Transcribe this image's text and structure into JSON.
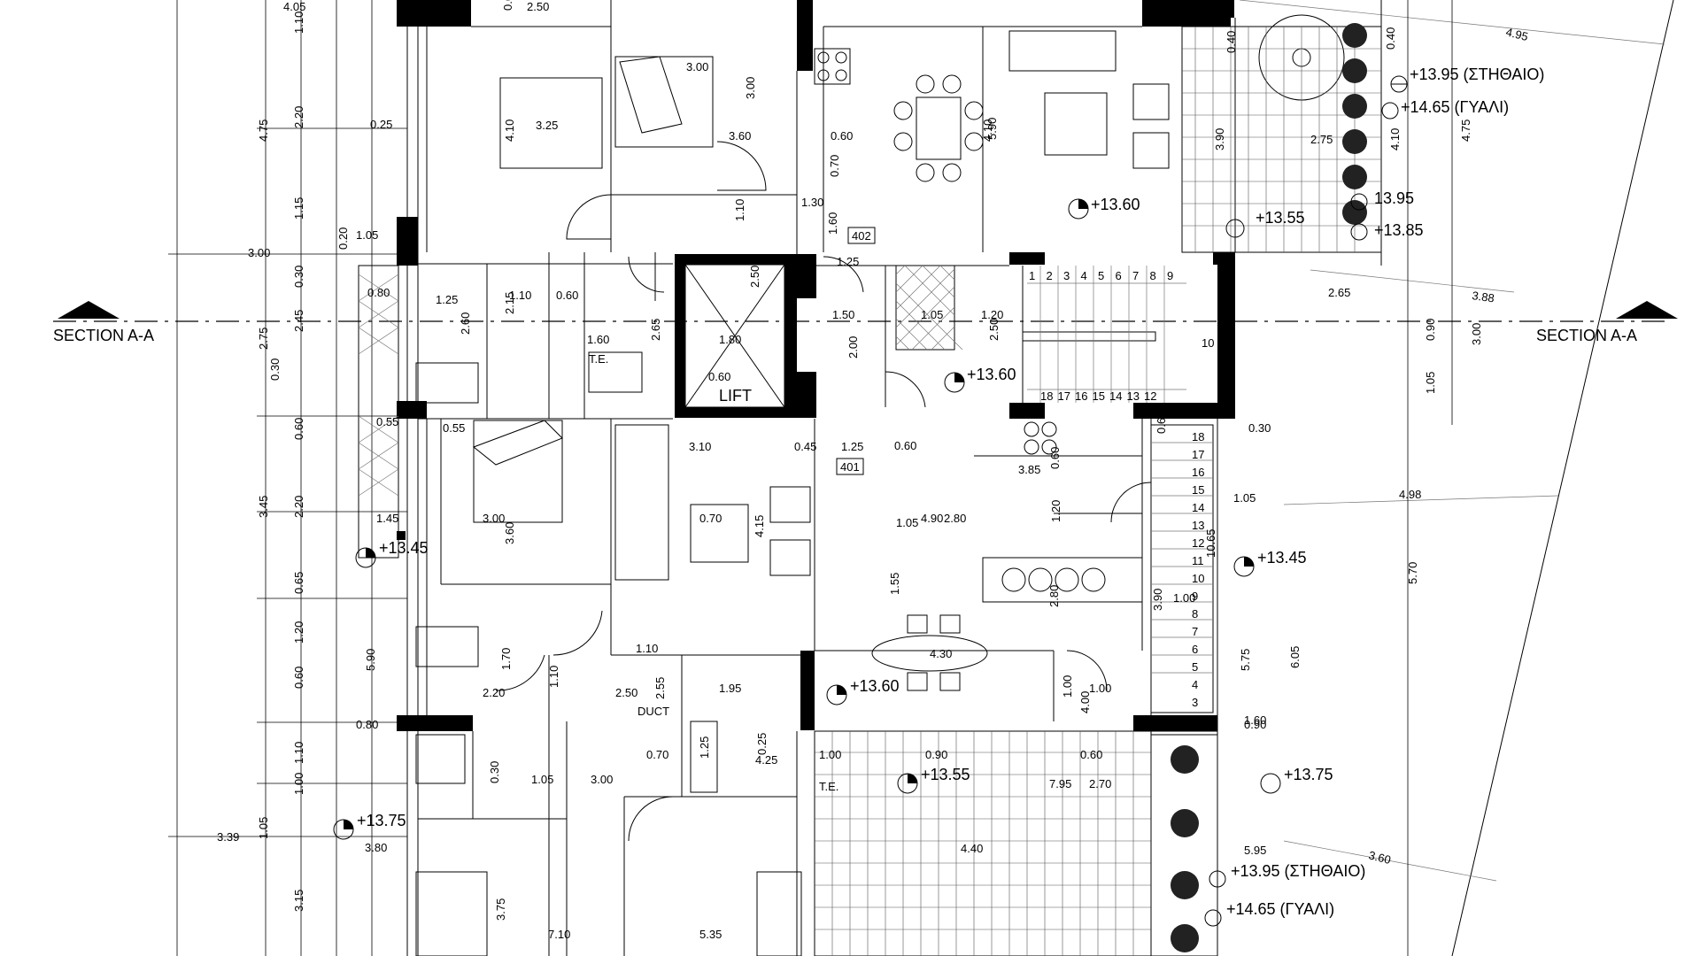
{
  "drawing": {
    "section_marks": [
      "SECTION A-A",
      "SECTION A-A"
    ],
    "lift_label": "LIFT",
    "duct_label": "DUCT",
    "te_labels": [
      "T.E.",
      "T.E."
    ],
    "apartment_numbers": [
      "402",
      "401"
    ]
  },
  "levels": [
    "+13.95 (ΣΤΗΘΑΙΟ)",
    "+14.65 (ΓΥΑΛΙ)",
    "+13.60",
    "+13.55",
    "13.95",
    "+13.85",
    "+13.60",
    "+13.45",
    "+13.45",
    "+13.60",
    "+13.55",
    "+13.75",
    "+13.75",
    "+13.95 (ΣΤΗΘΑΙΟ)",
    "+14.65 (ΓΥΑΛΙ)"
  ],
  "dimensions": [
    "4.05",
    "2.50",
    "0.60",
    "1.10",
    "4.75",
    "2.20",
    "0.25",
    "3.25",
    "3.00",
    "3.00",
    "4.10",
    "3.60",
    "1.15",
    "3.00",
    "1.05",
    "0.20",
    "0.60",
    "0.70",
    "1.30",
    "1.10",
    "1.60",
    "1.25",
    "5.90",
    "4.10",
    "0.40",
    "0.40",
    "2.75",
    "4.10",
    "4.75",
    "3.90",
    "4.95",
    "0.30",
    "0.80",
    "1.25",
    "1.10",
    "0.60",
    "2.15",
    "2.50",
    "1.80",
    "1.50",
    "1.05",
    "1.20",
    "2.65",
    "3.88",
    "2.75",
    "2.45",
    "2.60",
    "1.60",
    "2.65",
    "2.00",
    "2.50",
    "0.90",
    "3.00",
    "0.30",
    "0.60",
    "1.05",
    "0.55",
    "0.55",
    "0.60",
    "3.10",
    "0.45",
    "1.25",
    "0.60",
    "0.60",
    "3.85",
    "0.65",
    "0.30",
    "3.45",
    "2.20",
    "1.45",
    "3.00",
    "4.90",
    "0.70",
    "1.05",
    "2.80",
    "1.20",
    "4.98",
    "1.05",
    "10.65",
    "0.65",
    "3.60",
    "4.15",
    "1.55",
    "2.80",
    "1.00",
    "5.70",
    "1.20",
    "1.10",
    "4.30",
    "1.70",
    "3.90",
    "5.75",
    "6.05",
    "5.90",
    "0.60",
    "2.20",
    "1.10",
    "2.50",
    "1.00",
    "1.95",
    "1.00",
    "4.00",
    "0.90",
    "0.80",
    "1.10",
    "2.55",
    "0.70",
    "1.25",
    "0.25",
    "4.25",
    "1.00",
    "0.90",
    "0.60",
    "1.60",
    "2.70",
    "1.00",
    "0.30",
    "1.05",
    "3.00",
    "7.95",
    "5.95",
    "3.39",
    "1.05",
    "4.40",
    "3.60",
    "3.80",
    "3.15",
    "3.75",
    "7.10",
    "5.35"
  ],
  "stair_numbers_top": [
    "1",
    "2",
    "3",
    "4",
    "5",
    "6",
    "7",
    "8",
    "9"
  ],
  "stair_numbers_bottom": [
    "18",
    "17",
    "16",
    "15",
    "14",
    "13",
    "12"
  ],
  "stair_number_side": "10",
  "stair2_numbers": [
    "18",
    "17",
    "16",
    "15",
    "14",
    "13",
    "12",
    "11",
    "10",
    "9",
    "8",
    "7",
    "6",
    "5",
    "4",
    "3"
  ]
}
